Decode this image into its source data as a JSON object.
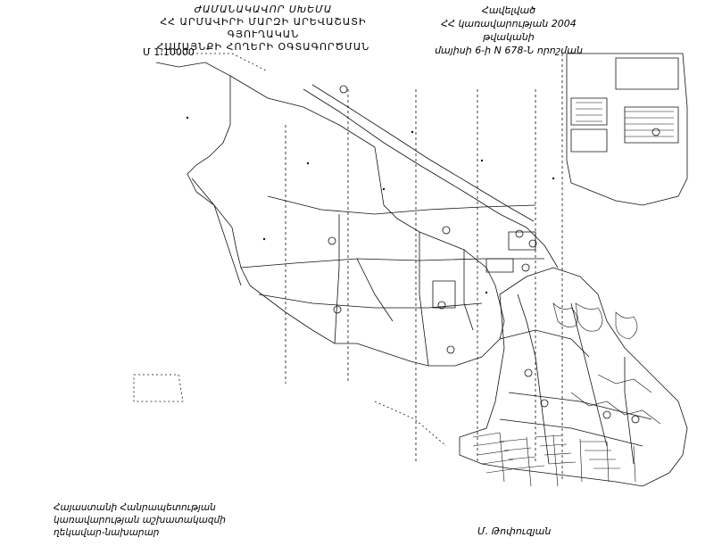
{
  "header": {
    "title_line1": "ԺԱՄԱՆԱԿԱՎՈՐ ՍԽԵՄԱ",
    "title_line2": "ՀՀ ԱՐՄԱՎԻՐԻ ՄԱՐԶԻ ԱՐԵՎԱՇԱՏԻ ԳՅՈՒՂԱԿԱՆ",
    "title_line3": "ՀԱՄԱՅՆՔԻ ՀՈՂԵՐԻ ՕԳՏԱԳՈՐԾՄԱՆ",
    "scale": "Մ 1:10000"
  },
  "approval": {
    "line1": "Հավելված",
    "line2": "ՀՀ կառավարության 2004 թվականի",
    "line3": "մայիսի 6-ի N 678-Ն որոշման"
  },
  "footer": {
    "official_line1": "Հայաստանի Հանրապետության",
    "official_line2": "կառավարության աշխատակազմի",
    "official_line3": "ղեկավար-նախարար",
    "signature": "Մ. Թոփուզյան"
  },
  "map": {
    "stroke_color": "#111111"
  }
}
